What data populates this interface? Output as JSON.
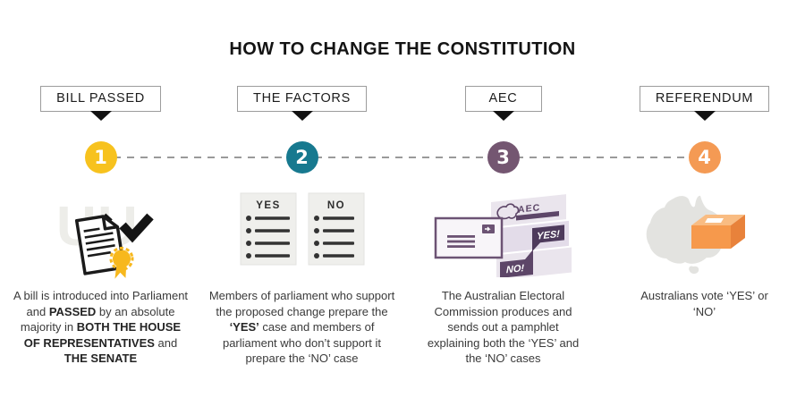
{
  "title": "HOW TO CHANGE THE CONSTITUTION",
  "colors": {
    "step1_accent": "#F7C21E",
    "step2_accent": "#17798F",
    "step3_accent": "#745671",
    "step4_accent": "#F49A54",
    "dash_line": "#9A9A9A",
    "body_text": "#3A3A3A"
  },
  "steps": [
    {
      "label": "BILL PASSED",
      "number": "1",
      "color": "#F7C21E",
      "icon": "parliament-approved-icon",
      "description": [
        {
          "text": "A bill is introduced into Parliament and "
        },
        {
          "text": "PASSED",
          "bold": true
        },
        {
          "text": " by an absolute majority in "
        },
        {
          "text": "BOTH THE HOUSE OF REPRESENTATIVES",
          "bold": true
        },
        {
          "text": " and "
        },
        {
          "text": "THE SENATE",
          "bold": true
        }
      ]
    },
    {
      "label": "THE FACTORS",
      "number": "2",
      "color": "#17798F",
      "icon": "yes-no-cases-icon",
      "icon_text": {
        "yes": "YES",
        "no": "NO"
      },
      "description": [
        {
          "text": "Members of parliament who support the proposed change prepare the "
        },
        {
          "text": "‘YES’",
          "bold": true
        },
        {
          "text": " case and members of parliament who don’t support it prepare the ‘NO’ case"
        }
      ]
    },
    {
      "label": "AEC",
      "number": "3",
      "color": "#745671",
      "icon": "aec-pamphlet-icon",
      "icon_text": {
        "aec": "AEC",
        "yes": "YES!",
        "no": "NO!"
      },
      "description": [
        {
          "text": "The Australian Electoral Commission produces and sends out a pamphlet explaining both the ‘YES’ and the ‘NO’ cases"
        }
      ]
    },
    {
      "label": "REFERENDUM",
      "number": "4",
      "color": "#F49A54",
      "icon": "australia-ballot-icon",
      "description": [
        {
          "text": "Australians vote ‘YES’ or ‘NO’"
        }
      ]
    }
  ]
}
